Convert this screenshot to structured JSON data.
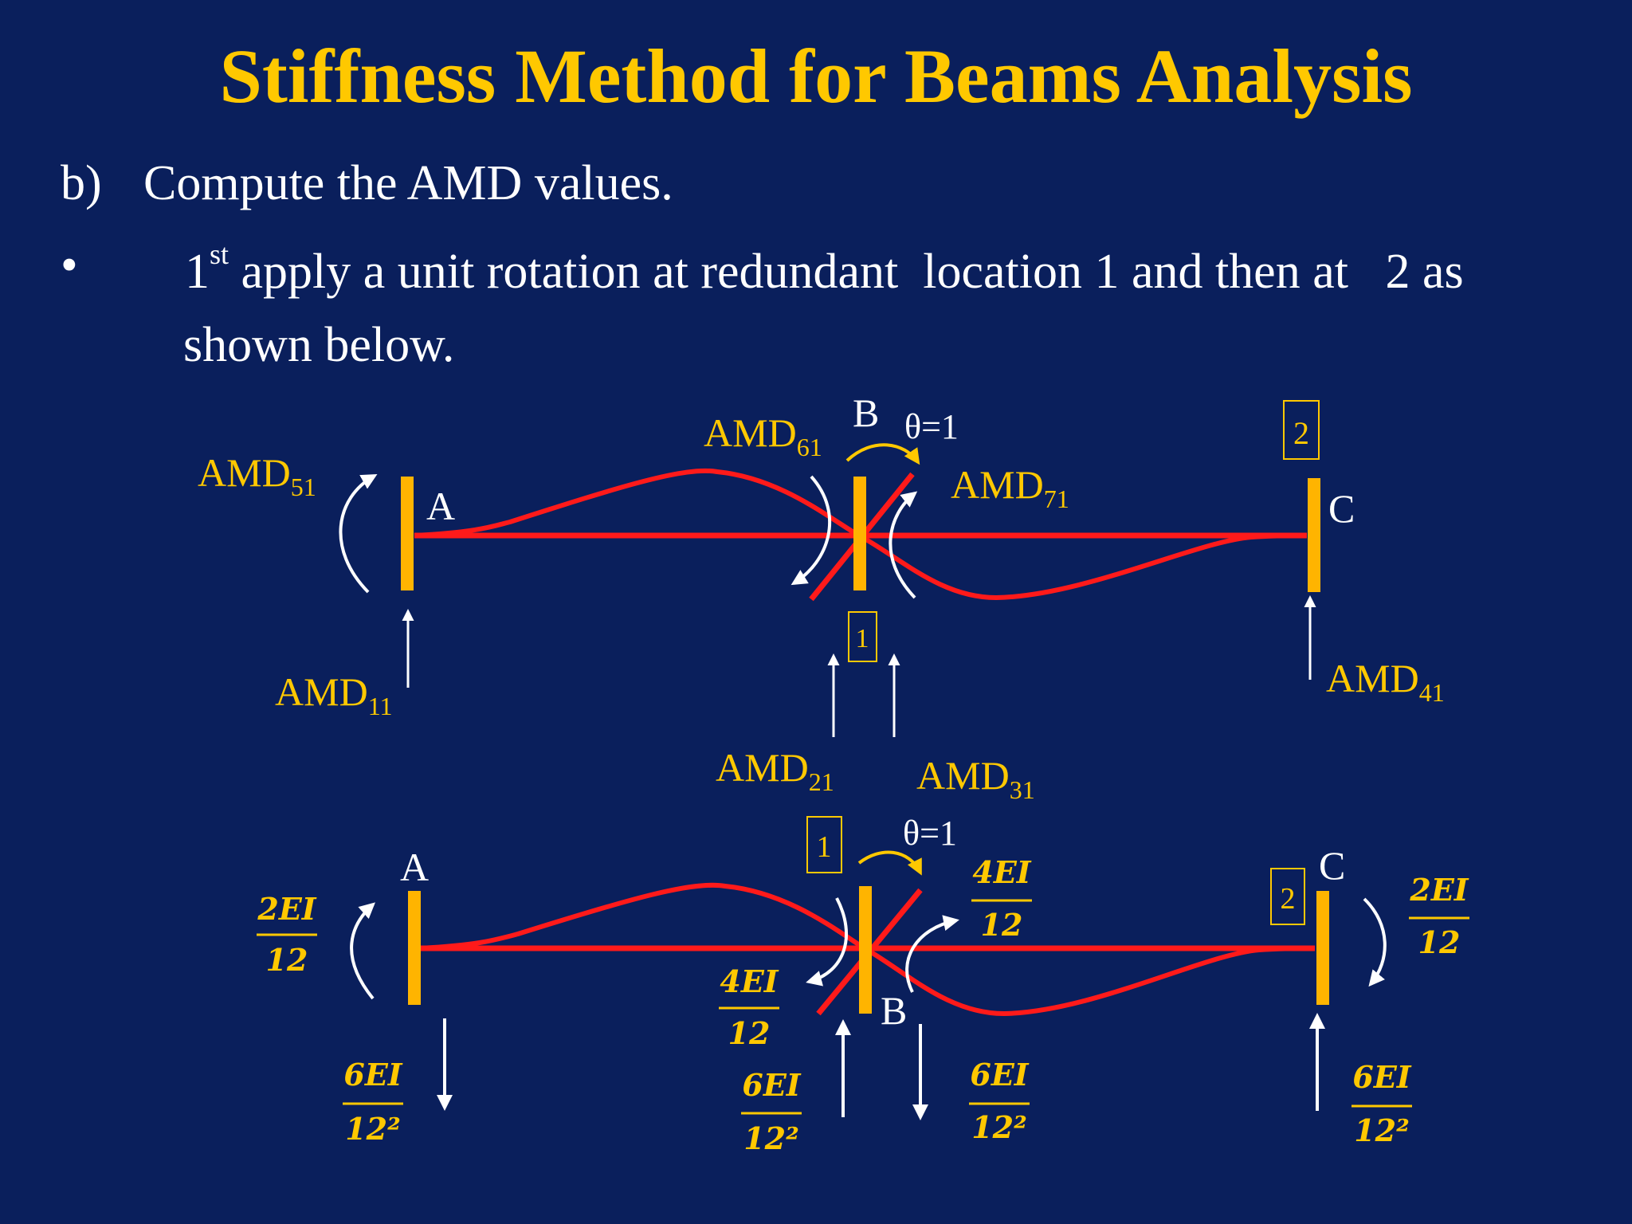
{
  "slide": {
    "title": "Stiffness Method for Beams Analysis",
    "line1": {
      "marker": "b)",
      "text": "Compute the AMD values."
    },
    "line2": {
      "marker": "•",
      "ord_num": "1",
      "ord_sup": "st",
      "text": "apply a unit rotation at redundant  location 1 and then at   2 as",
      "cont": "shown below."
    }
  },
  "top_diagram": {
    "node_a": "A",
    "node_b": "B",
    "node_c": "C",
    "rotation": "θ=1",
    "box_1": "1",
    "box_2": "2",
    "amd51": {
      "main": "AMD",
      "sub": "51"
    },
    "amd61": {
      "main": "AMD",
      "sub": "61"
    },
    "amd71": {
      "main": "AMD",
      "sub": "71"
    },
    "amd11": {
      "main": "AMD",
      "sub": "11"
    },
    "amd21": {
      "main": "AMD",
      "sub": "21"
    },
    "amd31": {
      "main": "AMD",
      "sub": "31"
    },
    "amd41": {
      "main": "AMD",
      "sub": "41"
    }
  },
  "bottom_diagram": {
    "node_a": "A",
    "node_b": "B",
    "node_c": "C",
    "rotation": "θ=1",
    "box_1": "1",
    "box_2": "2",
    "moment_a": {
      "num": "2EI",
      "den": "12"
    },
    "moment_b_left": {
      "num": "4EI",
      "den": "12"
    },
    "moment_b_right": {
      "num": "4EI",
      "den": "12"
    },
    "moment_c": {
      "num": "2EI",
      "den": "12"
    },
    "shear_a": {
      "num": "6EI",
      "den": "12²"
    },
    "shear_b_left": {
      "num": "6EI",
      "den": "12²"
    },
    "shear_b_right": {
      "num": "6EI",
      "den": "12²"
    },
    "shear_c": {
      "num": "6EI",
      "den": "12²"
    }
  },
  "colors": {
    "background": "#0a1f5c",
    "accent": "#ffc800",
    "beam": "#ff1a1a",
    "text": "#ffffff"
  }
}
